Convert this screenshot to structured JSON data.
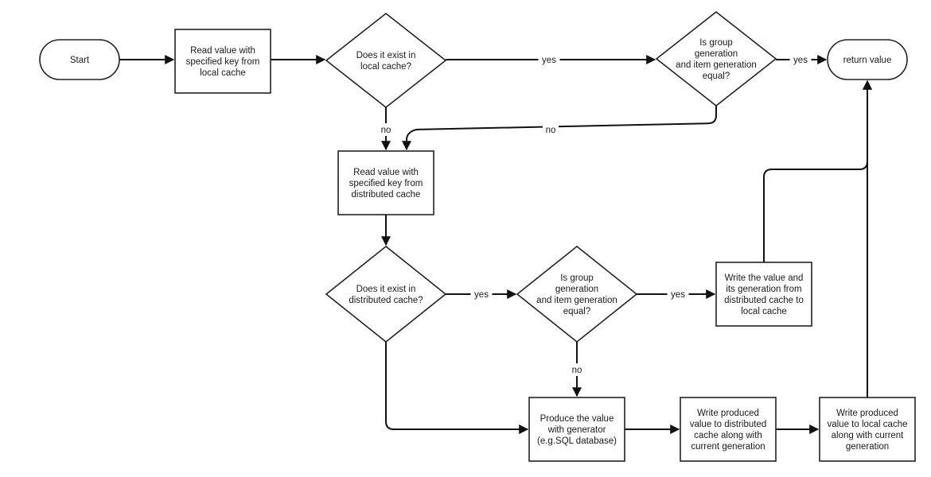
{
  "nodes": [
    {
      "id": "start",
      "shape": "terminal",
      "lines": [
        "Start"
      ]
    },
    {
      "id": "read_local",
      "shape": "process",
      "lines": [
        "Read value with",
        "specified key from",
        "local cache"
      ]
    },
    {
      "id": "exist_local",
      "shape": "decision",
      "lines": [
        "Does it exist in",
        "local cache?"
      ]
    },
    {
      "id": "gen_equal_local",
      "shape": "decision",
      "lines": [
        "Is group",
        "generation",
        "and item generation",
        "equal?"
      ]
    },
    {
      "id": "return_value",
      "shape": "terminal",
      "lines": [
        "return value"
      ]
    },
    {
      "id": "read_distributed",
      "shape": "process",
      "lines": [
        "Read value with",
        "specified key from",
        "distributed cache"
      ]
    },
    {
      "id": "exist_distributed",
      "shape": "decision",
      "lines": [
        "Does it exist in",
        "distributed cache?"
      ]
    },
    {
      "id": "gen_equal_distributed",
      "shape": "decision",
      "lines": [
        "Is group",
        "generation",
        "and item generation",
        "equal?"
      ]
    },
    {
      "id": "write_local_from_distributed",
      "shape": "process",
      "lines": [
        "Write the value and",
        "its generation from",
        "distributed cache to",
        "local cache"
      ]
    },
    {
      "id": "produce",
      "shape": "process",
      "lines": [
        "Produce the value",
        "with generator",
        "(e.g.SQL database)"
      ]
    },
    {
      "id": "write_distributed",
      "shape": "process",
      "lines": [
        "Write produced",
        "value to distributed",
        "cache along with",
        "current generation"
      ]
    },
    {
      "id": "write_local",
      "shape": "process",
      "lines": [
        "Write produced",
        "value to local cache",
        "along with current",
        "generation"
      ]
    }
  ],
  "edges": [
    {
      "from": "start",
      "to": "read_local",
      "label": ""
    },
    {
      "from": "read_local",
      "to": "exist_local",
      "label": ""
    },
    {
      "from": "exist_local",
      "to": "gen_equal_local",
      "label": "yes"
    },
    {
      "from": "gen_equal_local",
      "to": "return_value",
      "label": "yes"
    },
    {
      "from": "exist_local",
      "to": "read_distributed",
      "label": "no"
    },
    {
      "from": "gen_equal_local",
      "to": "read_distributed",
      "label": "no"
    },
    {
      "from": "read_distributed",
      "to": "exist_distributed",
      "label": ""
    },
    {
      "from": "exist_distributed",
      "to": "gen_equal_distributed",
      "label": "yes"
    },
    {
      "from": "gen_equal_distributed",
      "to": "write_local_from_distributed",
      "label": "yes"
    },
    {
      "from": "write_local_from_distributed",
      "to": "return_value",
      "label": ""
    },
    {
      "from": "gen_equal_distributed",
      "to": "produce",
      "label": "no"
    },
    {
      "from": "exist_distributed",
      "to": "produce",
      "label": ""
    },
    {
      "from": "produce",
      "to": "write_distributed",
      "label": ""
    },
    {
      "from": "write_distributed",
      "to": "write_local",
      "label": ""
    },
    {
      "from": "write_local",
      "to": "return_value",
      "label": ""
    }
  ]
}
